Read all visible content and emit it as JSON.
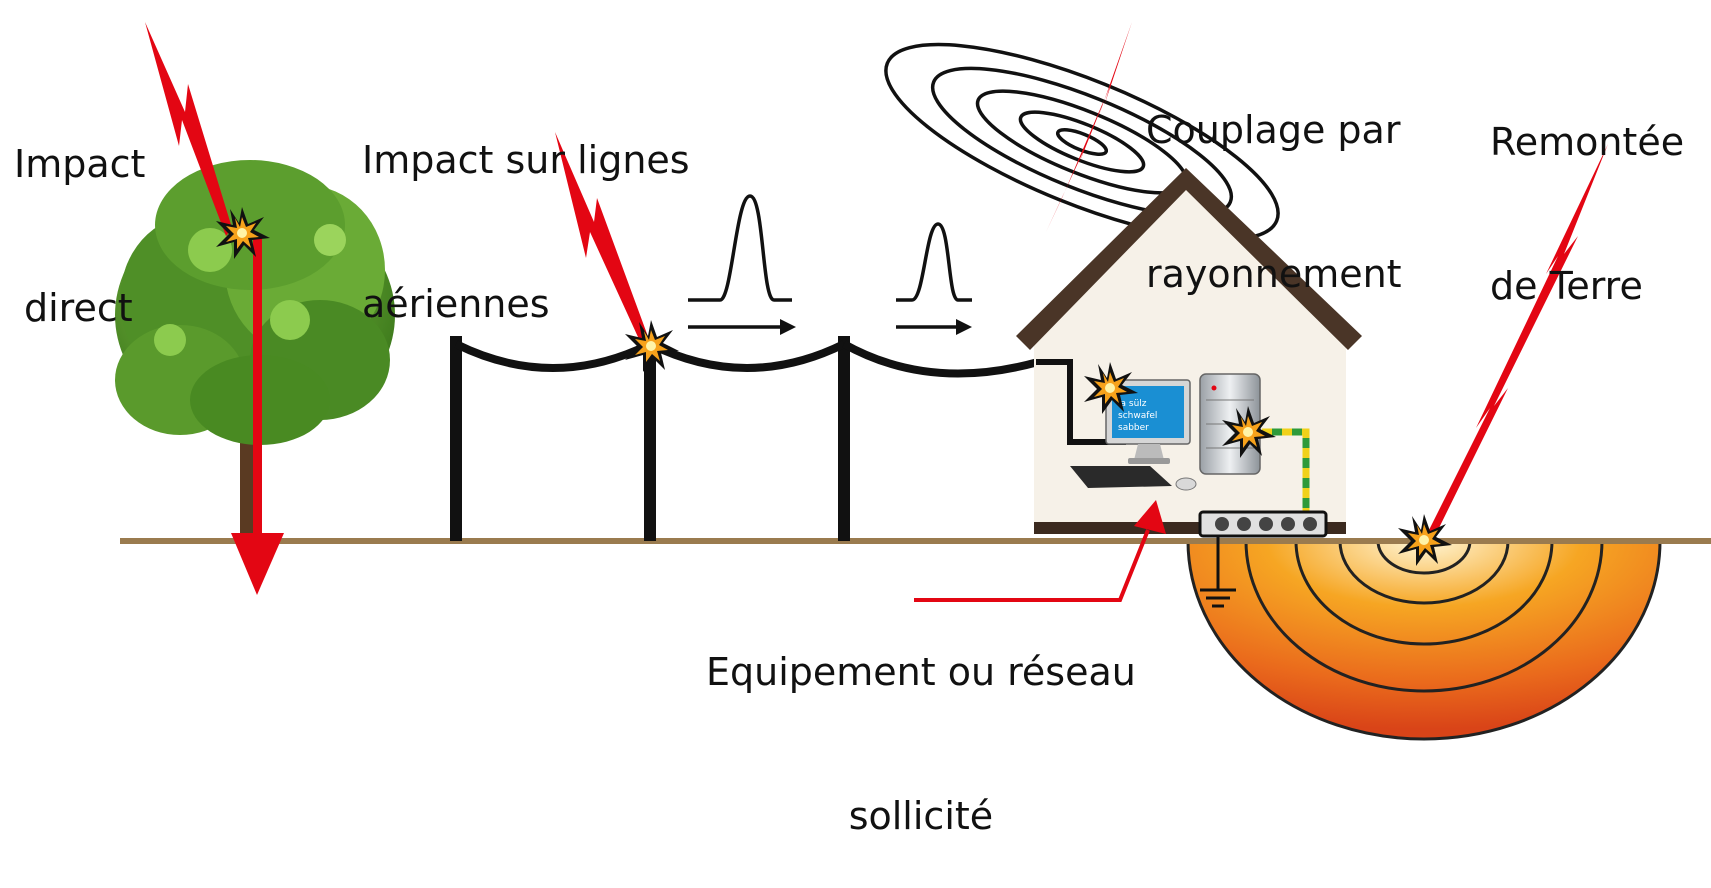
{
  "labels": {
    "impact_direct": [
      "Impact",
      "direct"
    ],
    "impact_lignes": [
      "Impact sur lignes",
      "aériennes"
    ],
    "couplage": [
      "Couplage par",
      "rayonnement"
    ],
    "remontee": [
      "Remontée",
      "de Terre"
    ],
    "equipement": [
      "Equipement ou réseau",
      "sollicité"
    ]
  },
  "screen_text": [
    "la sülz",
    "schwafel",
    "sabber"
  ],
  "colors": {
    "lightning": "#e30613",
    "ground_line": "#9a7b4f",
    "roof": "#4a3527",
    "wall": "#f6f1e8",
    "earth_outer": "#e2501e",
    "earth_inner": "#ffe9b0",
    "tree_dark": "#3f7a1e",
    "tree_light": "#7dbb3f",
    "screen": "#1a8fd3"
  },
  "icons": [
    "lightning-bolt-icon",
    "explosion-icon",
    "tree-icon",
    "house-icon",
    "computer-icon",
    "server-icon",
    "ground-symbol-icon",
    "arrow-right-icon"
  ]
}
